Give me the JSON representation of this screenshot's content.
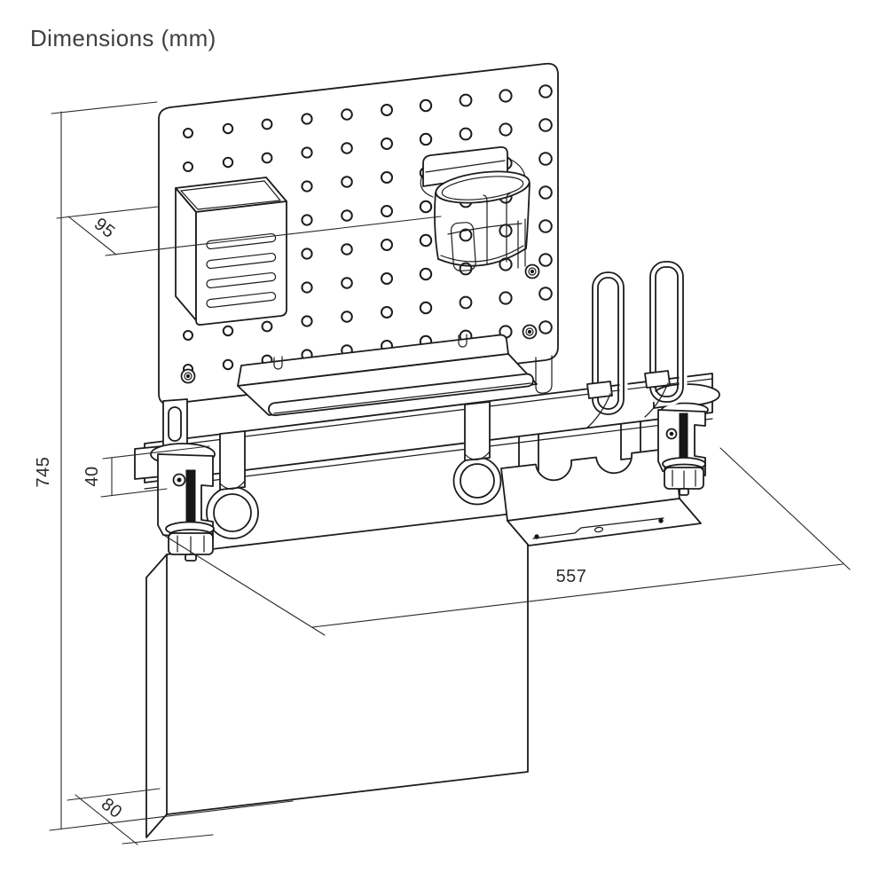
{
  "title": "Dimensions (mm)",
  "unit": "mm",
  "colors": {
    "background": "#ffffff",
    "line": "#1c1c1e",
    "dimension_line": "#2a2a2c",
    "text": "#3a3a3c"
  },
  "dimensions": {
    "overall_height": "745",
    "clamp_opening": "40",
    "holder_depth": "95",
    "bar_width": "557",
    "panel_depth": "80"
  }
}
